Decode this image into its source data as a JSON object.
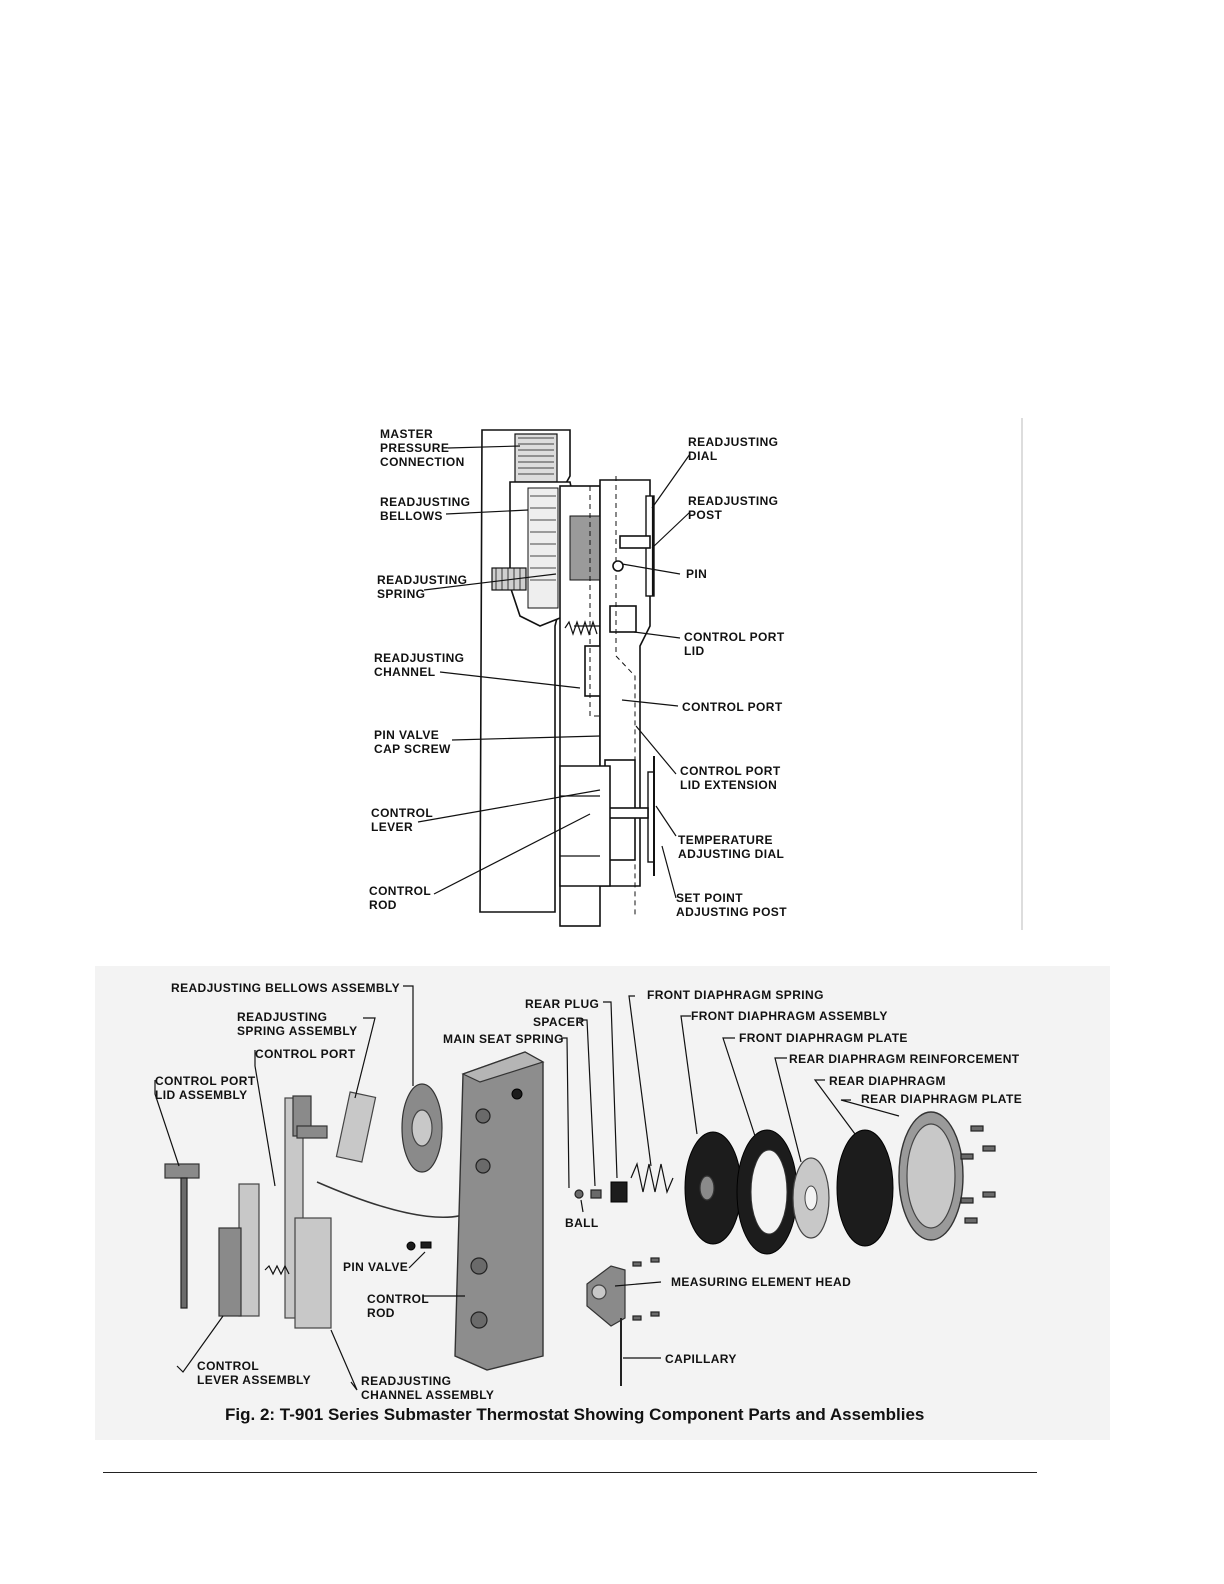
{
  "cutaway": {
    "labels": {
      "master_pressure_connection": "MASTER\nPRESSURE\nCONNECTION",
      "readjusting_bellows": "READJUSTING\nBELLOWS",
      "readjusting_spring": "READJUSTING\nSPRING",
      "readjusting_channel": "READJUSTING\nCHANNEL",
      "pin_valve_cap_screw": "PIN VALVE\nCAP SCREW",
      "control_lever": "CONTROL\nLEVER",
      "control_rod": "CONTROL\nROD",
      "readjusting_dial": "READJUSTING\nDIAL",
      "readjusting_post": "READJUSTING\nPOST",
      "pin": "PIN",
      "control_port_lid": "CONTROL PORT\nLID",
      "control_port": "CONTROL PORT",
      "control_port_lid_extension": "CONTROL PORT\nLID EXTENSION",
      "temperature_adjusting_dial": "TEMPERATURE\nADJUSTING DIAL",
      "set_point_adjusting_post": "SET POINT\nADJUSTING POST"
    }
  },
  "exploded": {
    "labels": {
      "readjusting_bellows_assembly": "READJUSTING BELLOWS ASSEMBLY",
      "readjusting_spring_assembly": "READJUSTING\nSPRING ASSEMBLY",
      "control_port": "CONTROL PORT",
      "control_port_lid_assembly": "CONTROL PORT\nLID ASSEMBLY",
      "main_seat_spring": "MAIN SEAT SPRING",
      "spacer": "SPACER",
      "rear_plug": "REAR PLUG",
      "front_diaphragm_spring": "FRONT DIAPHRAGM SPRING",
      "front_diaphragm_assembly": "FRONT DIAPHRAGM ASSEMBLY",
      "front_diaphragm_plate": "FRONT DIAPHRAGM PLATE",
      "rear_diaphragm_reinforcement": "REAR DIAPHRAGM REINFORCEMENT",
      "rear_diaphragm": "REAR DIAPHRAGM",
      "rear_diaphragm_plate": "REAR DIAPHRAGM PLATE",
      "ball": "BALL",
      "pin_valve": "PIN VALVE",
      "control_rod": "CONTROL\nROD",
      "measuring_element_head": "MEASURING ELEMENT HEAD",
      "capillary": "CAPILLARY",
      "control_lever_assembly": "CONTROL\nLEVER ASSEMBLY",
      "readjusting_channel_assembly": "READJUSTING\nCHANNEL ASSEMBLY"
    }
  },
  "caption": "Fig. 2: T-901 Series Submaster Thermostat Showing Component Parts and Assemblies"
}
